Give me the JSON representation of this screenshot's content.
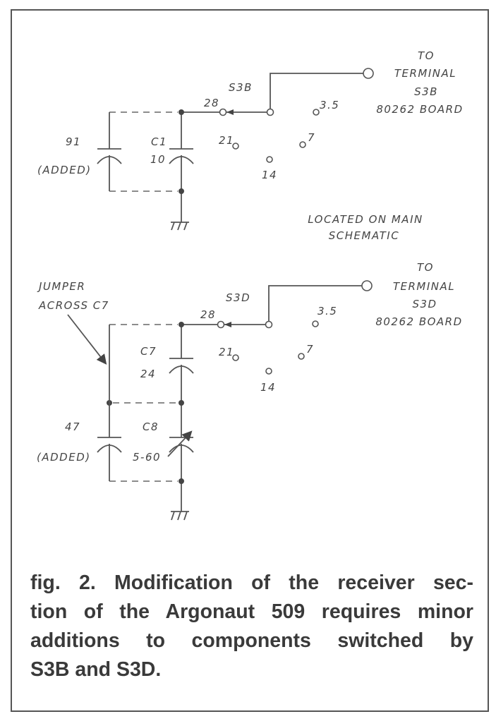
{
  "figure": {
    "caption": "fig. 2. Modification of the receiver section of the Argonaut 509 requires minor additions to components switched by S3B and S3D.",
    "caption_lines": [
      "fig. 2. Modification of the receiver sec-",
      "tion of the Argonaut 509 requires minor",
      "additions to components switched by",
      "S3B and S3D."
    ]
  },
  "top_circuit": {
    "switch_label": "S3B",
    "positions": {
      "p28": "28",
      "p21": "21",
      "p14": "14",
      "p7": "7",
      "p35": "3.5"
    },
    "terminal_lines": [
      "TO",
      "TERMINAL",
      "S3B",
      "80262 BOARD"
    ],
    "added_cap_value": "91",
    "added_cap_note": "(ADDED)",
    "cap_name": "C1",
    "cap_value": "10",
    "note_lines": [
      "LOCATED ON MAIN",
      "SCHEMATIC"
    ]
  },
  "bottom_circuit": {
    "switch_label": "S3D",
    "positions": {
      "p28": "28",
      "p21": "21",
      "p14": "14",
      "p7": "7",
      "p35": "3.5"
    },
    "terminal_lines": [
      "TO",
      "TERMINAL",
      "S3D",
      "80262 BOARD"
    ],
    "jumper_lines": [
      "JUMPER",
      "ACROSS C7"
    ],
    "c7_name": "C7",
    "c7_value": "24",
    "added_cap_value": "47",
    "added_cap_note": "(ADDED)",
    "c8_name": "C8",
    "c8_value": "5-60"
  }
}
